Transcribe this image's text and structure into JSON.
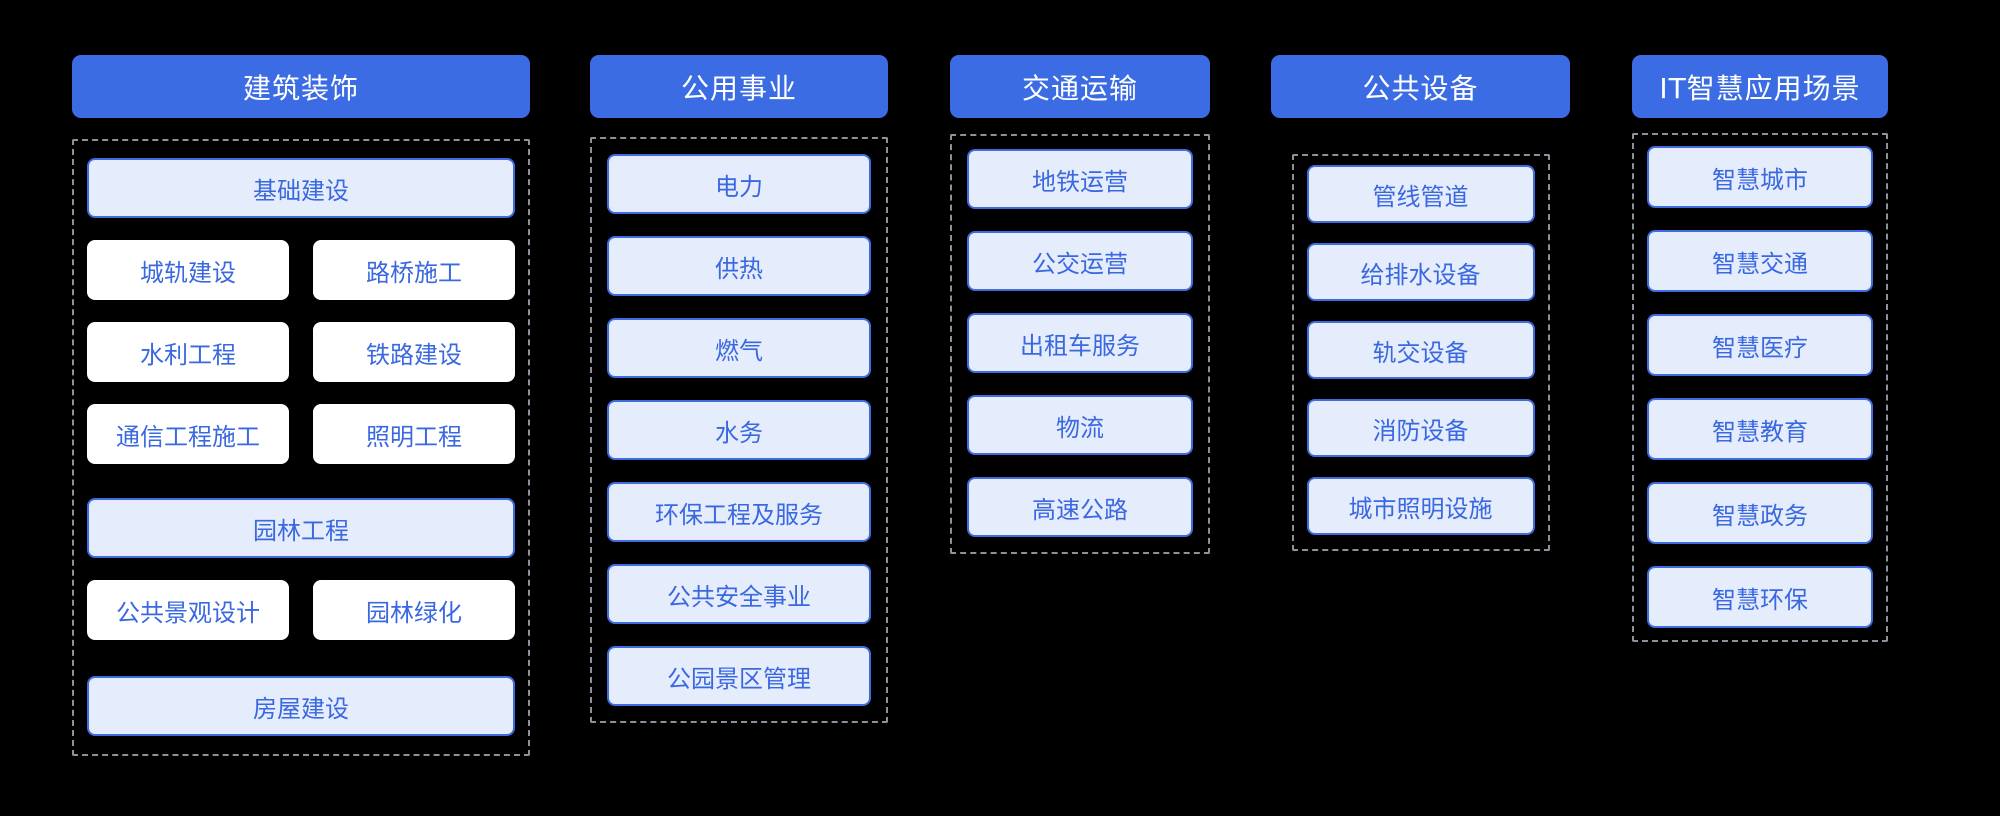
{
  "colors": {
    "bg": "#000000",
    "header_bg": "#3B6CE3",
    "header_text": "#FFFFFF",
    "item_fill": "#E5ECFB",
    "item_border": "#3E6BE0",
    "item_text": "#3A68E0",
    "white_fill": "#FFFFFF",
    "dash": "#8C919B"
  },
  "columns": [
    {
      "header": "建筑装饰",
      "items": [
        {
          "label": "基础建设",
          "style": "light",
          "span": "full"
        },
        {
          "label": "城轨建设",
          "style": "white",
          "span": "half"
        },
        {
          "label": "路桥施工",
          "style": "white",
          "span": "half"
        },
        {
          "label": "水利工程",
          "style": "white",
          "span": "half"
        },
        {
          "label": "铁路建设",
          "style": "white",
          "span": "half"
        },
        {
          "label": "通信工程施工",
          "style": "white",
          "span": "half"
        },
        {
          "label": "照明工程",
          "style": "white",
          "span": "half"
        },
        {
          "label": "园林工程",
          "style": "light",
          "span": "full"
        },
        {
          "label": "公共景观设计",
          "style": "white",
          "span": "half"
        },
        {
          "label": "园林绿化",
          "style": "white",
          "span": "half"
        },
        {
          "label": "房屋建设",
          "style": "light",
          "span": "full"
        }
      ]
    },
    {
      "header": "公用事业",
      "items": [
        {
          "label": "电力",
          "style": "light"
        },
        {
          "label": "供热",
          "style": "light"
        },
        {
          "label": "燃气",
          "style": "light"
        },
        {
          "label": "水务",
          "style": "light"
        },
        {
          "label": "环保工程及服务",
          "style": "light"
        },
        {
          "label": "公共安全事业",
          "style": "light"
        },
        {
          "label": "公园景区管理",
          "style": "light"
        }
      ]
    },
    {
      "header": "交通运输",
      "items": [
        {
          "label": "地铁运营",
          "style": "light"
        },
        {
          "label": "公交运营",
          "style": "light"
        },
        {
          "label": "出租车服务",
          "style": "light"
        },
        {
          "label": "物流",
          "style": "light"
        },
        {
          "label": "高速公路",
          "style": "light"
        }
      ]
    },
    {
      "header": "公共设备",
      "items": [
        {
          "label": "管线管道",
          "style": "light"
        },
        {
          "label": "给排水设备",
          "style": "light"
        },
        {
          "label": "轨交设备",
          "style": "light"
        },
        {
          "label": "消防设备",
          "style": "light"
        },
        {
          "label": "城市照明设施",
          "style": "light"
        }
      ]
    },
    {
      "header": "IT智慧应用场景",
      "items": [
        {
          "label": "智慧城市",
          "style": "light"
        },
        {
          "label": "智慧交通",
          "style": "light"
        },
        {
          "label": "智慧医疗",
          "style": "light"
        },
        {
          "label": "智慧教育",
          "style": "light"
        },
        {
          "label": "智慧政务",
          "style": "light"
        },
        {
          "label": "智慧环保",
          "style": "light"
        }
      ]
    }
  ]
}
